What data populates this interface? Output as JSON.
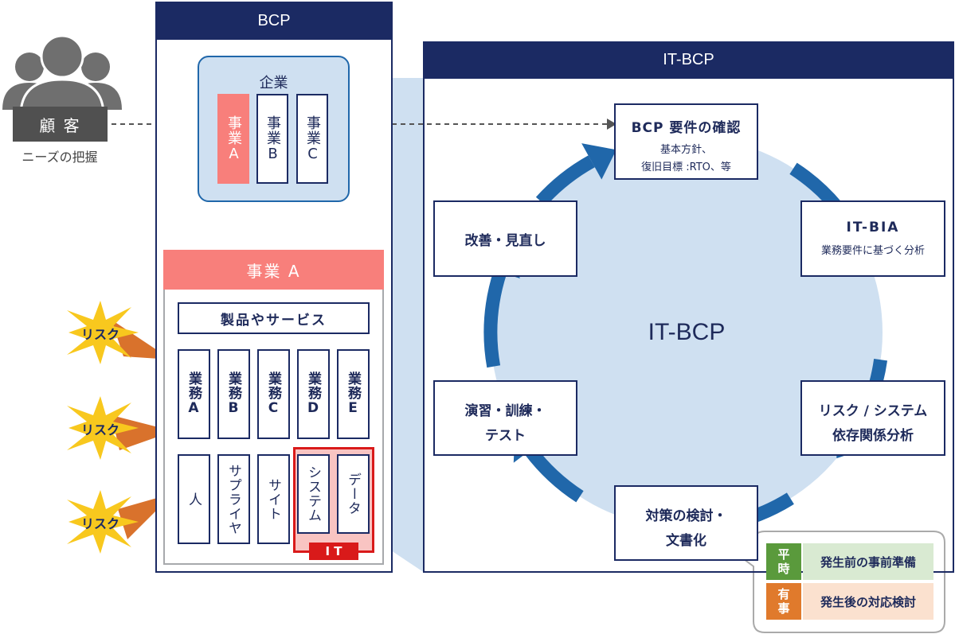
{
  "customer": {
    "label": "顧 客",
    "caption": "ニーズの把握"
  },
  "bcp": {
    "title": "BCP",
    "company": {
      "label": "企業",
      "businesses": [
        "事業A",
        "事業B",
        "事業C"
      ]
    },
    "business_a": {
      "title": "事業 A",
      "products": "製品やサービス",
      "operations": [
        "業務A",
        "業務B",
        "業務C",
        "業務D",
        "業務E"
      ],
      "resources": [
        "人",
        "サプライヤ",
        "サイト",
        "システム",
        "データ"
      ],
      "it_label": "I T"
    }
  },
  "risks": [
    "リスク",
    "リスク",
    "リスク"
  ],
  "itbcp": {
    "title": "IT-BCP",
    "center_label": "IT-BCP",
    "steps": {
      "confirm": {
        "title": "BCP 要件の確認",
        "sub1": "基本方針、",
        "sub2": "復旧目標 :RTO、等"
      },
      "bia": {
        "title": "IT-BIA",
        "sub": "業務要件に基づく分析"
      },
      "risk_analysis": {
        "line1": "リスク / システム",
        "line2": "依存関係分析"
      },
      "measures": {
        "line1": "対策の検討・",
        "line2": "文書化"
      },
      "exercise": {
        "line1": "演習・訓練・",
        "line2": "テスト"
      },
      "improve": {
        "label": "改善・見直し"
      }
    }
  },
  "legend": [
    {
      "tag": "平時",
      "text": "発生前の事前準備",
      "tag_color": "#5a9a3c",
      "bg": "#d9ead2"
    },
    {
      "tag": "有事",
      "text": "発生後の対応検討",
      "tag_color": "#e07a2c",
      "bg": "#fbe1cf"
    }
  ],
  "colors": {
    "navy": "#1b2a63",
    "salmon": "#f87f7b",
    "light_blue": "#cfe0f1",
    "arrow_blue": "#2067aa",
    "it_red": "#d91a1a",
    "risk_orange": "#d9722c",
    "star_yellow": "#f8c81e"
  }
}
